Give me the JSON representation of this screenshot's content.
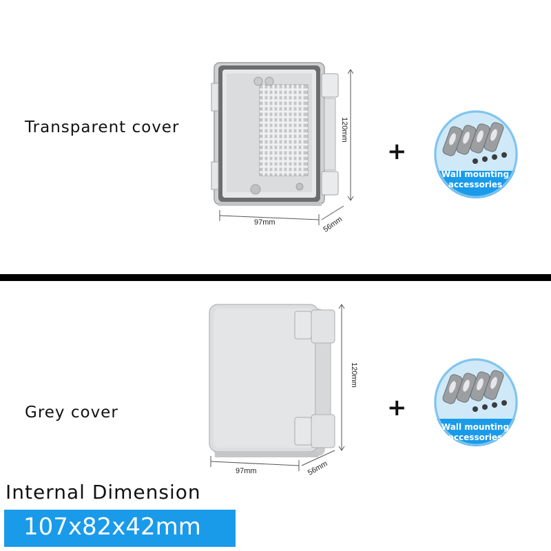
{
  "sections": [
    {
      "label": "Transparent cover",
      "width": "97mm",
      "height": "120mm",
      "depth": "56mm",
      "accessory_text": [
        "Wall mounting",
        "accessories"
      ]
    },
    {
      "label": "Grey cover",
      "width": "97mm",
      "height": "120mm",
      "depth": "56mm",
      "accessory_text": [
        "Wall mounting",
        "accessories"
      ]
    }
  ],
  "plus_sign": "+",
  "internal": {
    "title": "Internal Dimension",
    "value": "107x82x42mm"
  },
  "colors": {
    "badge": "#1a9bea",
    "enclosure_grey": "#d8dadb",
    "divider": "#000000"
  },
  "icons": [
    "plus-icon",
    "enclosure-image",
    "wall-mount-bracket-icon",
    "screw-icon"
  ]
}
